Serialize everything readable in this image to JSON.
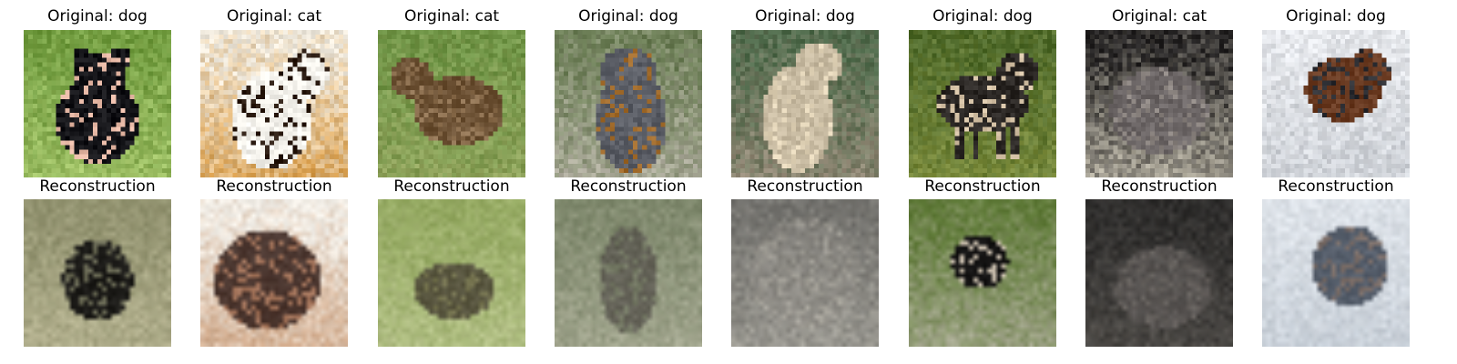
{
  "columns": [
    {
      "original_title": "Original: dog",
      "reconstruction_title": "Reconstruction",
      "original": {
        "bg": "#6f9a3e",
        "bg2": "#a6c66b",
        "subject": "#141418",
        "accent": "#e7b9a6",
        "subject_shape": "dog-front"
      },
      "reconstruction": {
        "bg": "#8e8f6c",
        "bg2": "#b9b694",
        "subject": "#1c1b18",
        "accent": "#6a6a55",
        "subject_shape": "blob-center"
      }
    },
    {
      "original_title": "Original: cat",
      "reconstruction_title": "Reconstruction",
      "original": {
        "bg": "#efe9dd",
        "bg2": "#d79c4a",
        "subject": "#f4f2ec",
        "accent": "#2a1a10",
        "subject_shape": "calico-cat"
      },
      "reconstruction": {
        "bg": "#f3efe8",
        "bg2": "#cfa889",
        "subject": "#3b2620",
        "accent": "#9c6a50",
        "subject_shape": "calico-blur"
      }
    },
    {
      "original_title": "Original: cat",
      "reconstruction_title": "Reconstruction",
      "original": {
        "bg": "#6f9446",
        "bg2": "#93a55e",
        "subject": "#6c5134",
        "accent": "#8d7050",
        "subject_shape": "cat-side"
      },
      "reconstruction": {
        "bg": "#93a860",
        "bg2": "#b7c38b",
        "subject": "#4b4536",
        "accent": "#6f6a4b",
        "subject_shape": "blob-low"
      }
    },
    {
      "original_title": "Original: dog",
      "reconstruction_title": "Reconstruction",
      "original": {
        "bg": "#6b7d55",
        "bg2": "#b3b0a2",
        "subject": "#5b5e66",
        "accent": "#a06a2a",
        "subject_shape": "dog-hat"
      },
      "reconstruction": {
        "bg": "#7c866a",
        "bg2": "#a7aa93",
        "subject": "#55514b",
        "accent": "#6c705d",
        "subject_shape": "blob-tall"
      }
    },
    {
      "original_title": "Original: dog",
      "reconstruction_title": "Reconstruction",
      "original": {
        "bg": "#4f6a4b",
        "bg2": "#958a78",
        "subject": "#c7baa1",
        "accent": "#e1d3b7",
        "subject_shape": "dog-sitting"
      },
      "reconstruction": {
        "bg": "#6f6e6a",
        "bg2": "#a5a39b",
        "subject": "#8f8c86",
        "accent": "#b8b4aa",
        "subject_shape": "blob-foggy"
      }
    },
    {
      "original_title": "Original: dog",
      "reconstruction_title": "Reconstruction",
      "original": {
        "bg": "#4f6a2b",
        "bg2": "#7e8d3d",
        "subject": "#2b2724",
        "accent": "#d5c2a6",
        "subject_shape": "husky"
      },
      "reconstruction": {
        "bg": "#5f7a38",
        "bg2": "#a7a991",
        "subject": "#151414",
        "accent": "#cfc3b2",
        "subject_shape": "dark-center"
      }
    },
    {
      "original_title": "Original: cat",
      "reconstruction_title": "Reconstruction",
      "original": {
        "bg": "#262424",
        "bg2": "#b6b1a2",
        "subject": "#6c6666",
        "accent": "#8b8480",
        "subject_shape": "curled-cat"
      },
      "reconstruction": {
        "bg": "#2c2b2a",
        "bg2": "#514e4a",
        "subject": "#5c5856",
        "accent": "#6e6965",
        "subject_shape": "blob-round"
      }
    },
    {
      "original_title": "Original: dog",
      "reconstruction_title": "Reconstruction",
      "original": {
        "bg": "#e6e8ec",
        "bg2": "#c9cdd3",
        "subject": "#6a3b22",
        "accent": "#2c2d32",
        "subject_shape": "dog-running"
      },
      "reconstruction": {
        "bg": "#dfe4ea",
        "bg2": "#c3cbd4",
        "subject": "#3f4856",
        "accent": "#6b5a52",
        "subject_shape": "blob-dark-right"
      }
    }
  ]
}
